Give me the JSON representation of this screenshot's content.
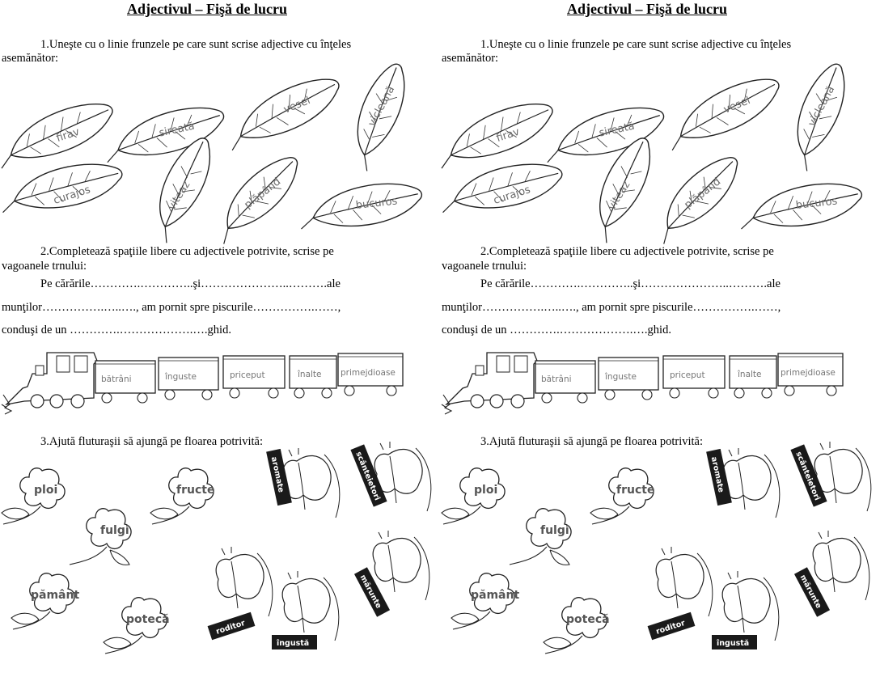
{
  "sheet": {
    "title": "Adjectivul – Fişă de lucru",
    "ex1": {
      "line1": "1.Uneşte cu o linie frunzele pe care sunt scrise adjective cu înţeles",
      "line2": "asemănător:",
      "leaves": [
        "firav",
        "sireată",
        "vesel",
        "vicleană",
        "curajos",
        "viteaz",
        "plăpând",
        "bucuros"
      ]
    },
    "ex2": {
      "line1": "2.Completează spaţiile libere cu adjectivele potrivite, scrise pe",
      "line2": "vagoanele trnului:",
      "s1": "Pe cărările………….…………..şi…………………..……….ale",
      "s2": "munţilor…………….…..…., am pornit spre piscurile…………….……,",
      "s3": "conduşi de un ………….……………….….ghid.",
      "wagons": [
        "bătrâni",
        "înguste",
        "priceput",
        "înalte",
        "primejdioase"
      ]
    },
    "ex3": {
      "line1": "3.Ajută fluturaşii să ajungă pe floarea potrivită:",
      "flowers": [
        "ploi",
        "fructe",
        "fulgi",
        "pământ",
        "potecă"
      ],
      "butterflies": [
        "aromate",
        "scânteietori",
        "mărunte",
        "roditor",
        "îngustă"
      ]
    }
  }
}
